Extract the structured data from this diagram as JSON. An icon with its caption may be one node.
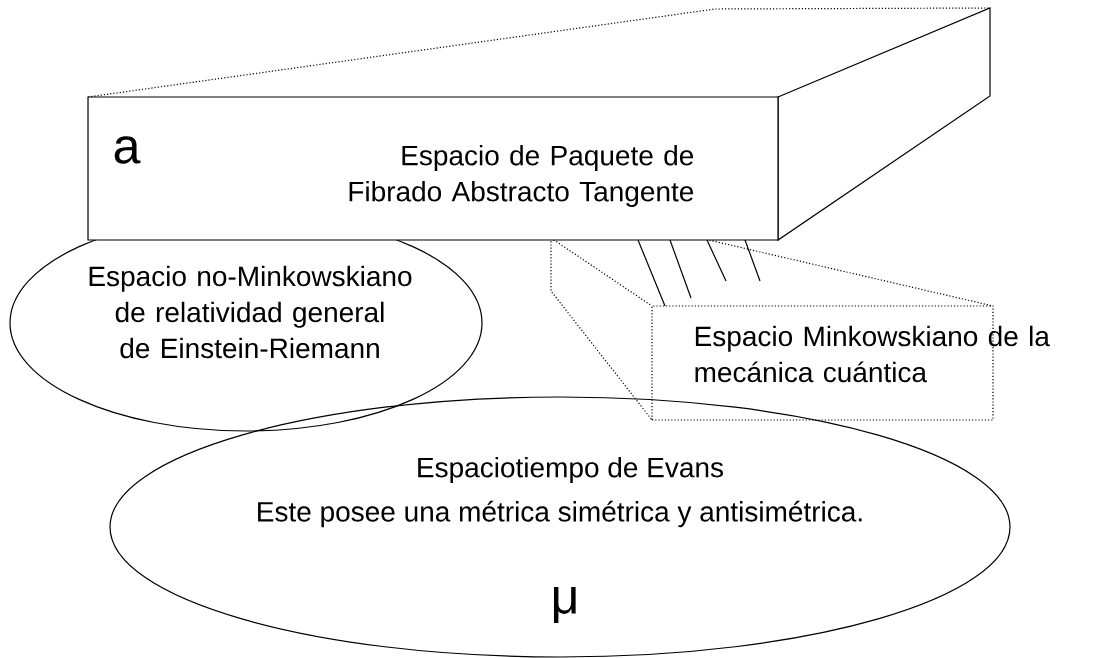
{
  "diagram": {
    "nodes": [
      {
        "text": [
          "a",
          "Espacio de Paquete de Fibrado Abstracto Tangente"
        ]
      },
      {
        "text": [
          "Espacio no-Minkowskiano de relatividad general de Einstein-Riemann"
        ]
      },
      {
        "text": [
          "Espacio Minkowskiano de la mecánica cuántica"
        ]
      },
      {
        "text": [
          "Espaciotiempo de Evans",
          "Este posee una métrica simétrica y antisimétrica.",
          "μ"
        ]
      }
    ]
  }
}
